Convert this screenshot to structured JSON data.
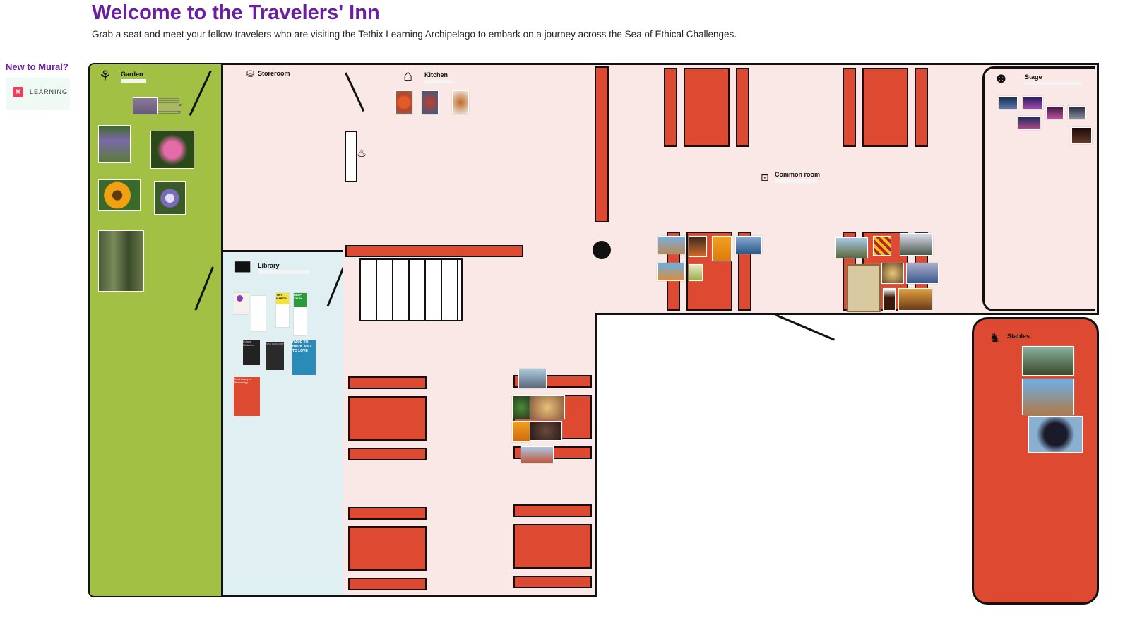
{
  "page": {
    "title": "Welcome to the Travelers' Inn",
    "subtitle": "Grab a seat and meet your fellow travelers who are visiting the Tethix Learning Archipelago to embark on a journey across the Sea of Ethical Challenges."
  },
  "sidebar": {
    "heading": "New to Mural?",
    "card_logo_letter": "M",
    "card_label": "LEARNING"
  },
  "rooms": {
    "garden": {
      "name": "Garden",
      "icon": "tulip-icon"
    },
    "storeroom": {
      "name": "Storeroom",
      "icon": "barrel-icon"
    },
    "kitchen": {
      "name": "Kitchen",
      "icon": "stove-icon"
    },
    "common_room": {
      "name": "Common room",
      "icon": "fireplace-icon"
    },
    "stage": {
      "name": "Stage",
      "icon": "theater-masks-icon"
    },
    "library": {
      "name": "Library",
      "icon": "books-icon"
    },
    "stables": {
      "name": "Stables",
      "icon": "horse-icon"
    }
  },
  "books": {
    "b2": "TINY HABITS",
    "b3": "DEEP TECH",
    "b5": "Future Histories",
    "b6": "New Dark Age",
    "b7": "DARE TO HACK AND TO LOVE",
    "b8": "The History of Technology"
  },
  "colors": {
    "title": "#6b1fa0",
    "garden": "#a2c043",
    "room": "#f9e8e5",
    "library": "#e0eff1",
    "furniture": "#dd4a31",
    "stables": "#dd4a31"
  }
}
